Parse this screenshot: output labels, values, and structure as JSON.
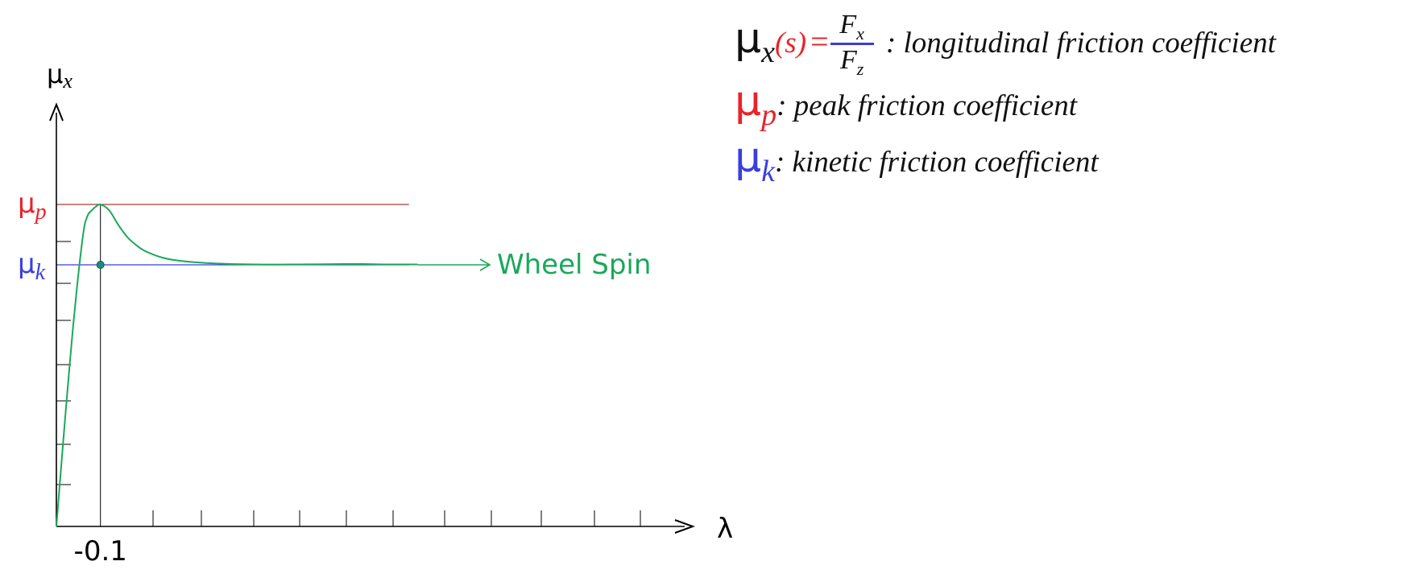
{
  "chart_data": {
    "type": "line",
    "y_axis_label": "μ",
    "y_axis_label_sub": "x",
    "x_axis_label": "λ",
    "x_tick_labels": [
      {
        "value": 0.1,
        "label": "-0.1"
      }
    ],
    "y_levels": [
      {
        "name": "μ",
        "sub": "p",
        "value": 0.8,
        "color": "#e8232a",
        "line_color": "#a83a3a"
      },
      {
        "name": "μ",
        "sub": "k",
        "value": 0.65,
        "color": "#3a3fe0",
        "line_color": "#3a3fe0"
      }
    ],
    "xlim": [
      0,
      1.25
    ],
    "ylim": [
      0,
      1.0
    ],
    "series": [
      {
        "color": "#1aa85a",
        "x": [
          0,
          0.02,
          0.04,
          0.06,
          0.07,
          0.08,
          0.09,
          0.1,
          0.12,
          0.14,
          0.16,
          0.18,
          0.2,
          0.24,
          0.28,
          0.35,
          0.45,
          0.55,
          0.65,
          0.7,
          0.75,
          0.82
        ],
        "y": [
          0,
          0.27,
          0.52,
          0.72,
          0.77,
          0.785,
          0.795,
          0.8,
          0.785,
          0.75,
          0.72,
          0.7,
          0.685,
          0.668,
          0.66,
          0.654,
          0.651,
          0.651,
          0.652,
          0.652,
          0.651,
          0.651
        ]
      }
    ],
    "peak_x": 0.1,
    "marker": {
      "x": 0.1,
      "y": 0.65
    },
    "arrow_label": "Wheel Spin",
    "arrow_color": "#1aa85a"
  },
  "legend": {
    "mux": {
      "mu": "μ",
      "sub": "x",
      "arg": "(s)",
      "eq": "=",
      "num": "F",
      "num_sub": "x",
      "den": "F",
      "den_sub": "z",
      "desc": " : longitudinal friction coefficient"
    },
    "mup": {
      "mu": "μ",
      "sub": "p",
      "desc": ": peak friction coefficient"
    },
    "muk": {
      "mu": "μ",
      "sub": "k",
      "desc": ": kinetic friction coefficient"
    }
  }
}
